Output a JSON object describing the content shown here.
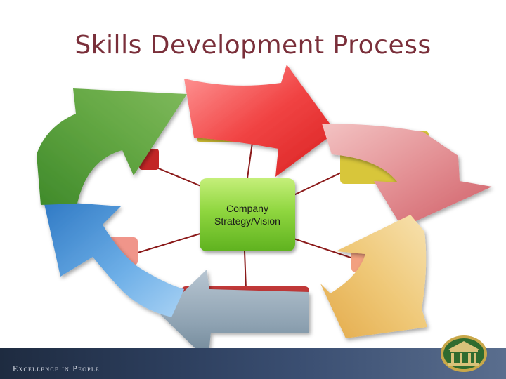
{
  "slide": {
    "title": "Skills Development Process",
    "center_label": "Company\nStrategy/Vision",
    "footer_text": "Excellence in People",
    "logo_icon": "ipd-building-logo-icon"
  },
  "colors": {
    "title": "#7a2f3a",
    "center_box": "#8fd63f",
    "connector_lines": "#8b1a1a",
    "arrow_red": "#f04a4a",
    "arrow_pink": "#e58a8e",
    "arrow_gold": "#eac06a",
    "arrow_gray": "#8ea2b2",
    "arrow_blue": "#4f9ad8",
    "arrow_green": "#5a9a38",
    "footer": "#2d3f5e"
  }
}
